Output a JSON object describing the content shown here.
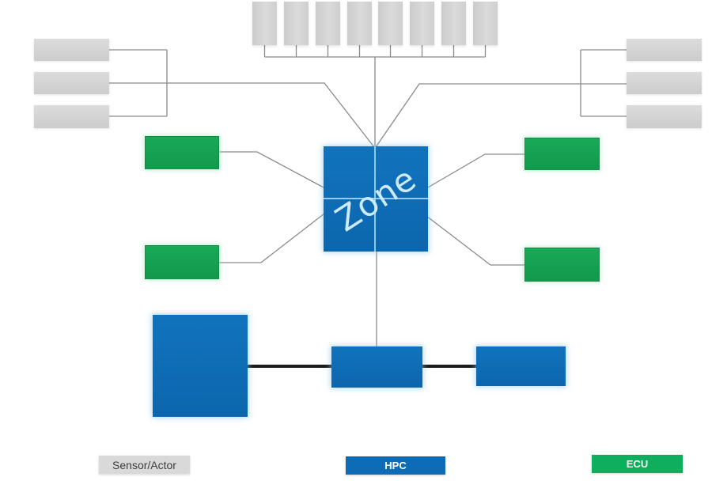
{
  "diagram": {
    "zone_label": "Zone",
    "legend": {
      "sensor": {
        "label": "Sensor/Actor",
        "color": "#d9d9d9",
        "text_color": "#3d3d3d"
      },
      "hpc": {
        "label": "HPC",
        "color": "#0d6cb5",
        "text_color": "#ffffff"
      },
      "ecu": {
        "label": "ECU",
        "color": "#0fae5c",
        "text_color": "#ffffff"
      }
    },
    "colors": {
      "hpc_blue": "#0e6db6",
      "ecu_green": "#14a152",
      "sensor_gray": "#d4d4d4",
      "connector_gray": "#8a8a8a",
      "backbone_black": "#1b1b1b",
      "zone_guide_blue": "#a9ddf6",
      "zone_text": "#cdeafb"
    },
    "counts": {
      "top_sensor_pins": 8,
      "left_sensors": 3,
      "right_sensors": 3,
      "ecu_nodes": 4,
      "hpc_nodes": 3,
      "zone_nodes": 1
    }
  }
}
